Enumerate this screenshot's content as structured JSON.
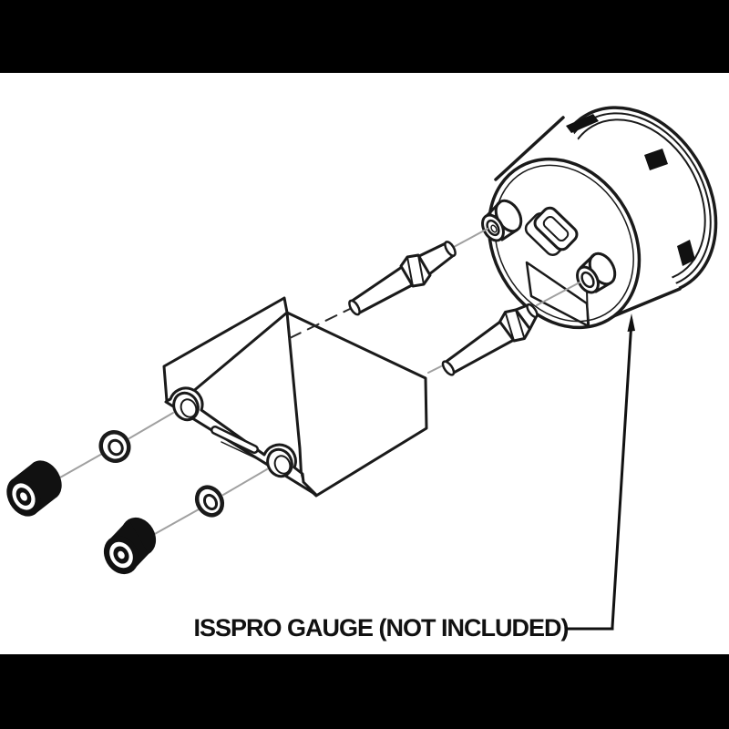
{
  "figure": {
    "type": "exploded-assembly-line-drawing",
    "description": "Gauge mounting bracket kit exploded view"
  },
  "label": {
    "text": "ISSPRO GAUGE (NOT INCLUDED)"
  },
  "colors": {
    "background": "#ffffff",
    "letterbox": "#000000",
    "line": "#1a1a1a",
    "centerline": "#a0a0a0"
  },
  "parts": [
    "thumb-nut-1",
    "thumb-nut-2",
    "washer-1",
    "washer-2",
    "mounting-bracket",
    "mounting-stud-1",
    "mounting-stud-2",
    "isspro-gauge"
  ]
}
